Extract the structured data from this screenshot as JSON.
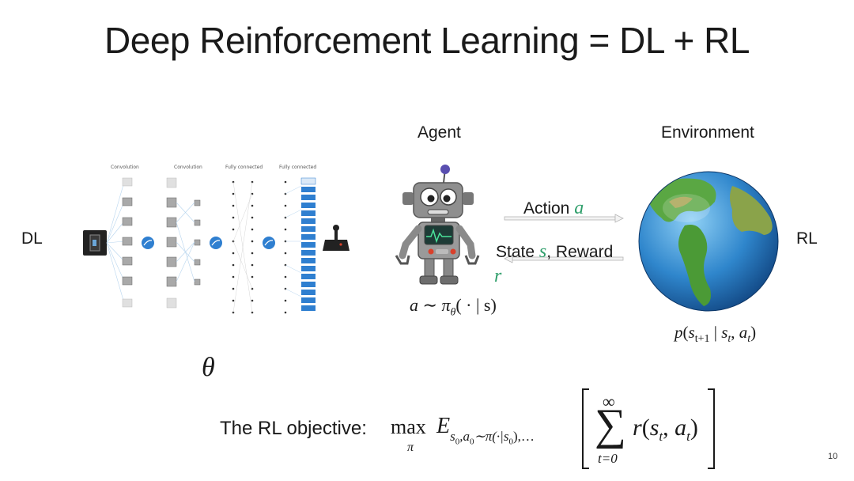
{
  "slide": {
    "title": "Deep Reinforcement Learning = DL + RL",
    "page_number": "10"
  },
  "dl": {
    "side_label": "DL",
    "layer_labels": [
      "Convolution",
      "Convolution",
      "Fully connected",
      "Fully connected"
    ],
    "param_symbol": "θ"
  },
  "rl": {
    "side_label": "RL",
    "agent_label": "Agent",
    "environment_label": "Environment",
    "action_label": "Action",
    "action_symbol": "a",
    "state_label": "State",
    "state_symbol": "s",
    "reward_label": "Reward",
    "reward_symbol": "r",
    "policy": {
      "a": "a",
      "sim": "∼",
      "pi": "π",
      "theta": "θ",
      "args": "( · | s)"
    },
    "transition": {
      "p": "p",
      "open": "(",
      "s": "s",
      "t1": "t+1",
      "bar": " | ",
      "s2": "s",
      "t": "t",
      "comma": ", ",
      "a": "a",
      "t2": "t",
      "close": ")"
    }
  },
  "objective": {
    "label": "The RL objective:",
    "max": "max",
    "max_sub": "π",
    "E": "E",
    "E_sub": "s",
    "E_sub_0": "0",
    "E_sub_rest": ",a",
    "E_sub_rest0": "0",
    "E_sub_tail": "∼π(·|s",
    "E_sub_tail0": "0",
    "E_sub_end": "),…",
    "sum_top": "∞",
    "sum_symbol": "∑",
    "sum_bottom": "t=0",
    "term_r": "r",
    "term_open": "(",
    "term_s": "s",
    "term_t": "t",
    "term_comma": ", ",
    "term_a": "a",
    "term_t2": "t",
    "term_close": ")"
  },
  "icons": {
    "input": "game-screen-icon",
    "output": "joystick-icon",
    "agent": "robot-icon",
    "environment": "earth-globe-icon"
  },
  "colors": {
    "accent_green": "#2e9e6a",
    "network_blue": "#2f7fd0"
  }
}
